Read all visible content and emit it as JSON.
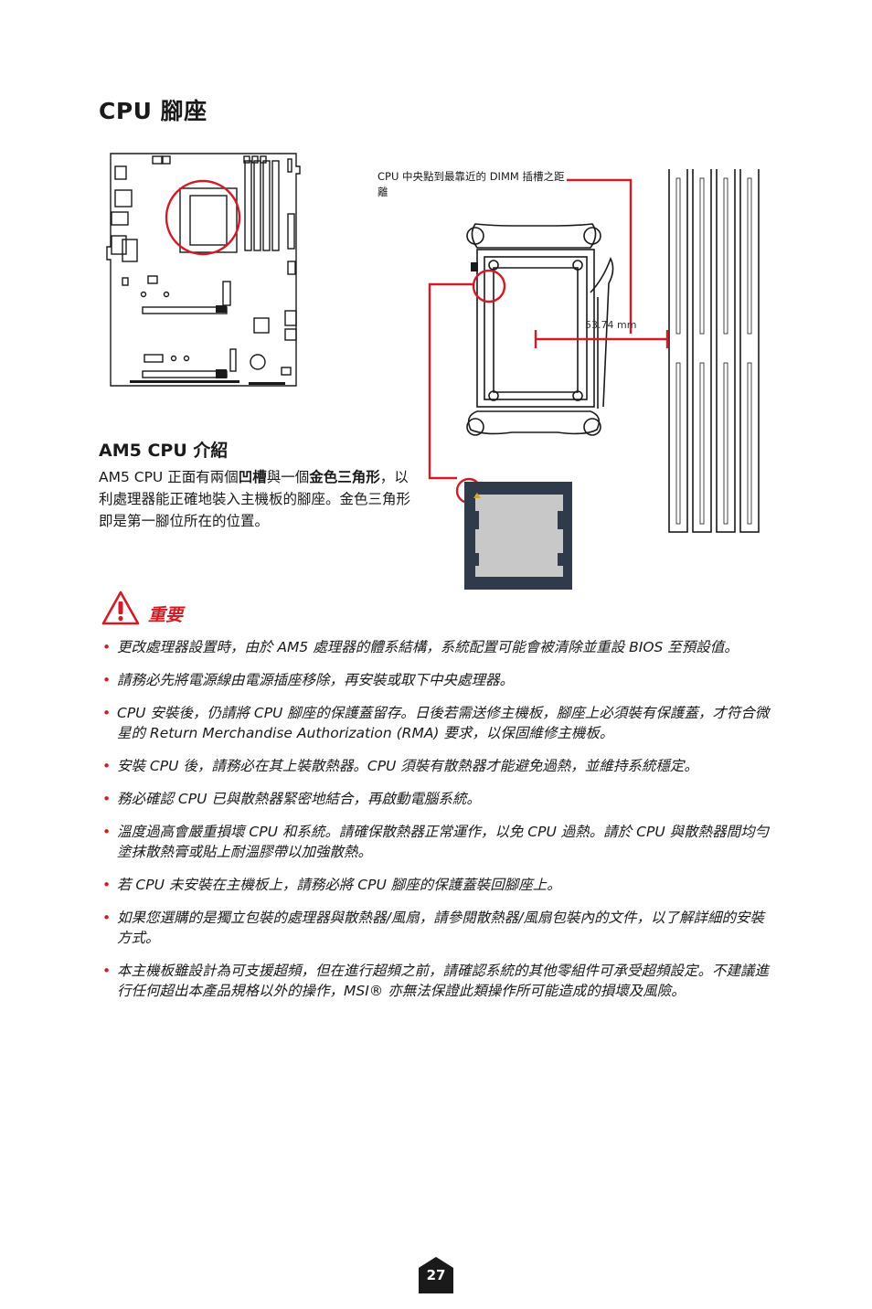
{
  "page": {
    "title": "CPU 腳座",
    "page_number": "27"
  },
  "figure": {
    "dimm_caption": "CPU 中央點到最靠近的 DIMM 插槽之距離",
    "distance_label": "53.74 mm"
  },
  "am5": {
    "heading": "AM5 CPU 介紹",
    "body_1": "AM5 CPU 正面有兩個",
    "body_bold_1": "凹槽",
    "body_2": "與一個",
    "body_bold_2": "金色三角形",
    "body_3": "，以利處理器能正確地裝入主機板的腳座。金色三角形即是第一腳位所在的位置。"
  },
  "important": {
    "title": "重要",
    "items": [
      "更改處理器設置時，由於 AM5 處理器的體系結構，系統配置可能會被清除並重設 BIOS 至預設值。",
      "請務必先將電源線由電源插座移除，再安裝或取下中央處理器。",
      "CPU 安裝後，仍請將 CPU 腳座的保護蓋留存。日後若需送修主機板，腳座上必須裝有保護蓋，才符合微星的 Return Merchandise Authorization (RMA) 要求，以保固維修主機板。",
      "安裝 CPU 後，請務必在其上裝散熱器。CPU 須裝有散熱器才能避免過熱，並維持系統穩定。",
      "務必確認 CPU 已與散熱器緊密地結合，再啟動電腦系統。",
      "溫度過高會嚴重損壞 CPU 和系統。請確保散熱器正常運作，以免 CPU 過熱。請於 CPU 與散熱器間均勻塗抹散熱膏或貼上耐溫膠帶以加強散熱。",
      "若 CPU 未安裝在主機板上，請務必將 CPU 腳座的保護蓋裝回腳座上。",
      "如果您選購的是獨立包裝的處理器與散熱器/風扇，請參閱散熱器/風扇包裝內的文件，以了解詳細的安裝方式。",
      "本主機板雖設計為可支援超頻，但在進行超頻之前，請確認系統的其他零組件可承受超頻設定。不建議進行任何超出本產品規格以外的操作，MSI® 亦無法保證此類操作所可能造成的損壞及風險。"
    ]
  },
  "colors": {
    "accent_red": "#d21b24",
    "dark": "#1a1a1a",
    "chip_navy": "#2f3a4b",
    "chip_gray": "#c8c8c8"
  },
  "icons": {
    "warning": "warning-triangle-icon"
  }
}
